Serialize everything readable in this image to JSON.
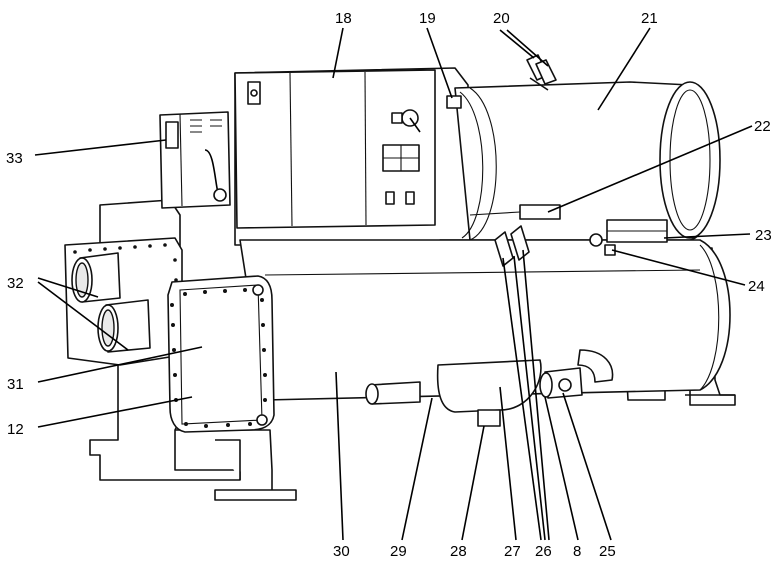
{
  "callouts": [
    {
      "id": "c18",
      "label": "18"
    },
    {
      "id": "c19",
      "label": "19"
    },
    {
      "id": "c20",
      "label": "20"
    },
    {
      "id": "c21",
      "label": "21"
    },
    {
      "id": "c22",
      "label": "22"
    },
    {
      "id": "c23",
      "label": "23"
    },
    {
      "id": "c24",
      "label": "24"
    },
    {
      "id": "c33",
      "label": "33"
    },
    {
      "id": "c32",
      "label": "32"
    },
    {
      "id": "c31",
      "label": "31"
    },
    {
      "id": "c12",
      "label": "12"
    },
    {
      "id": "c30",
      "label": "30"
    },
    {
      "id": "c29",
      "label": "29"
    },
    {
      "id": "c28",
      "label": "28"
    },
    {
      "id": "c27",
      "label": "27"
    },
    {
      "id": "c26",
      "label": "26"
    },
    {
      "id": "c8",
      "label": "8"
    },
    {
      "id": "c25",
      "label": "25"
    }
  ],
  "colors": {
    "line": "#111111",
    "background": "#ffffff",
    "shade": "#e9e9e9"
  }
}
